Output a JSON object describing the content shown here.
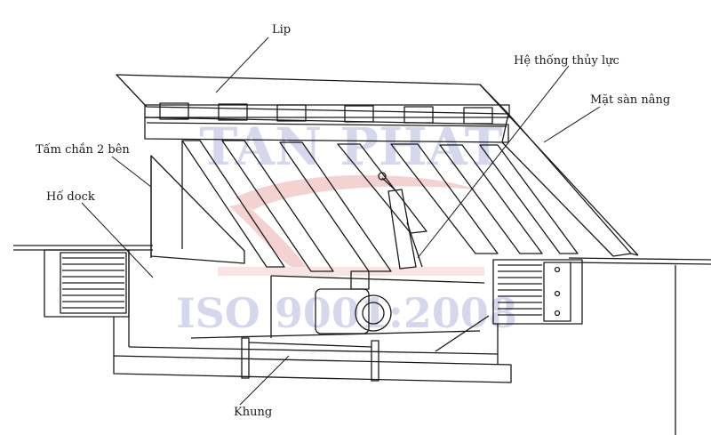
{
  "labels": {
    "lip": "Lip",
    "hydraulic": "Hệ thống thủy lực",
    "platform": "Mặt sàn nâng",
    "side_guard": "Tấm chắn 2 bên",
    "dock_pit": "Hố dock",
    "frame": "Khung"
  },
  "watermark": {
    "top": "TAN PHAT",
    "bottom": "ISO 9001:2008"
  },
  "colors": {
    "line": "#1a1a1a",
    "watermark_text": "#c8cbe6",
    "watermark_swoosh": "#f2c4c4"
  }
}
